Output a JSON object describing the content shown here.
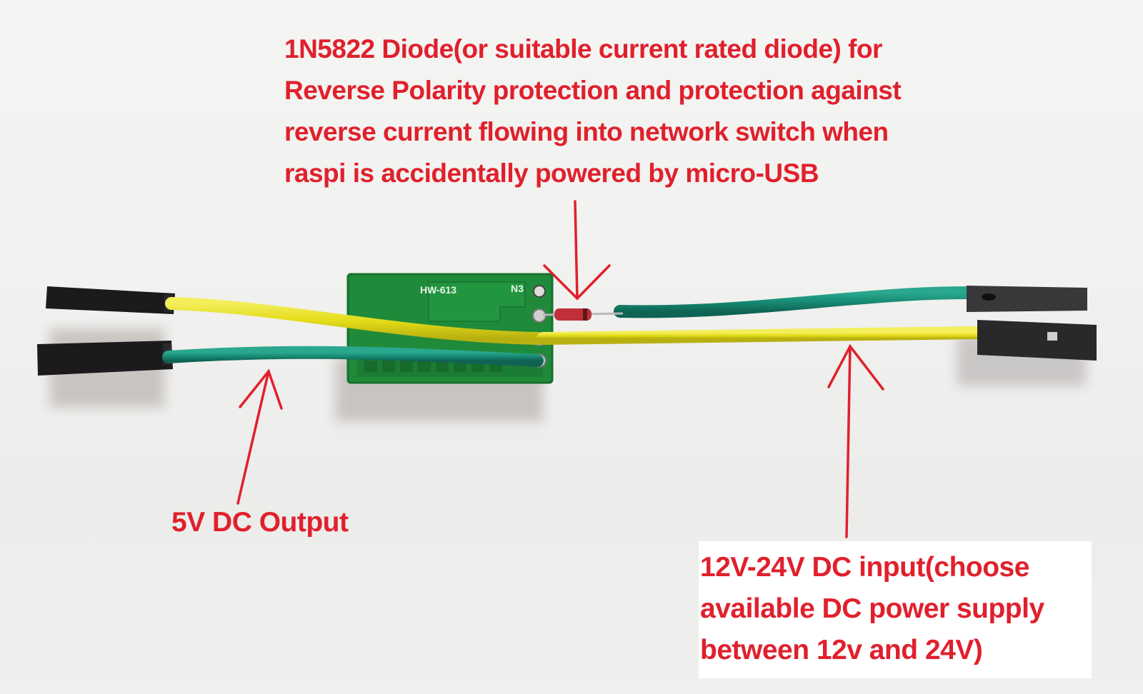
{
  "annotations": {
    "diode_note": {
      "lines": [
        "1N5822 Diode(or suitable current rated diode) for",
        "Reverse Polarity protection and protection against",
        "reverse current flowing into network switch when",
        "raspi is accidentally powered by micro-USB"
      ]
    },
    "output_note": "5V DC Output",
    "input_note": {
      "lines": [
        "12V-24V DC input(choose",
        "available DC power supply",
        "between 12v and 24V)"
      ]
    }
  },
  "board": {
    "model_silkscreen": "HW-613",
    "pad_label": "N3"
  },
  "colors": {
    "annotation_red": "#e0202c",
    "pcb_green": "#1f8a3a",
    "wire_yellow": "#e6df1c",
    "wire_teal": "#1a8a74",
    "connector_black": "#1c1c1e"
  }
}
